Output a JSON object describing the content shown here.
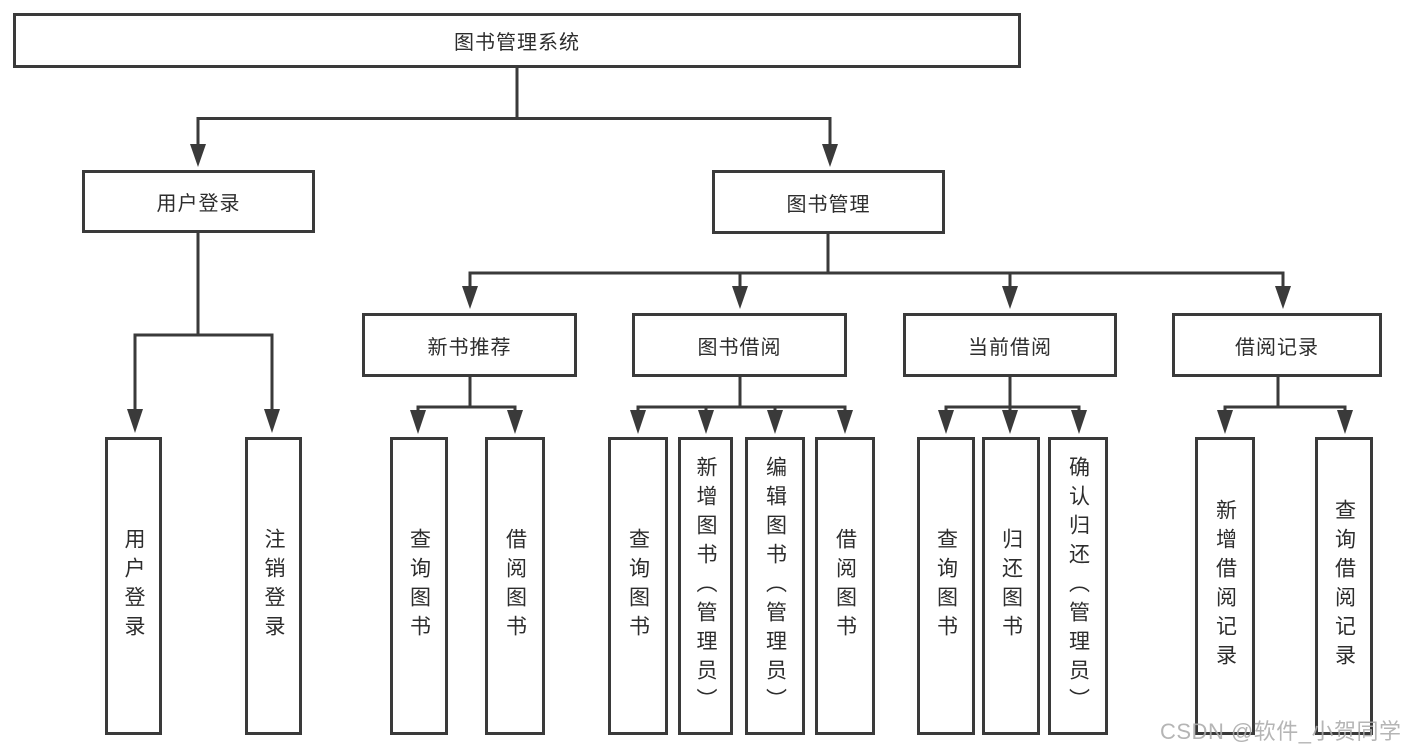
{
  "colors": {
    "line": "#3a3a3a",
    "text": "#2d2d2d",
    "watermark": "#ababab",
    "background": "#ffffff"
  },
  "nodes": {
    "root": {
      "label": "图书管理系统"
    },
    "l2": {
      "user_login": {
        "label": "用户登录"
      },
      "book_mgmt": {
        "label": "图书管理"
      }
    },
    "l3": {
      "new_book_rec": {
        "label": "新书推荐"
      },
      "book_borrow": {
        "label": "图书借阅"
      },
      "current_borrow": {
        "label": "当前借阅"
      },
      "borrow_records": {
        "label": "借阅记录"
      }
    },
    "l4": {
      "user_login": {
        "label": "用户登录"
      },
      "logout": {
        "label": "注销登录"
      },
      "query_book_rec": {
        "label": "查询图书"
      },
      "borrow_book_rec": {
        "label": "借阅图书"
      },
      "query_book_borrow": {
        "label": "查询图书"
      },
      "add_book_admin": {
        "label": "新增图书（管理员）"
      },
      "edit_book_admin": {
        "label": "编辑图书（管理员）"
      },
      "borrow_book_borrow": {
        "label": "借阅图书"
      },
      "query_book_current": {
        "label": "查询图书"
      },
      "return_book": {
        "label": "归还图书"
      },
      "confirm_return_admin": {
        "label": "确认归还（管理员）"
      },
      "add_borrow_record": {
        "label": "新增借阅记录"
      },
      "query_borrow_record": {
        "label": "查询借阅记录"
      }
    }
  },
  "watermark": {
    "text": "CSDN @软件_小贺同学"
  }
}
